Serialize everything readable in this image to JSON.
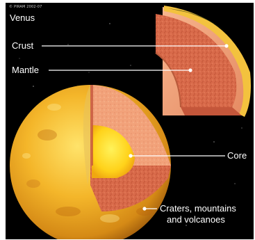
{
  "credit": "© PIRAM 2002-07",
  "title": "Venus",
  "labels": {
    "crust": "Crust",
    "mantle": "Mantle",
    "core": "Core",
    "surface_line1": "Craters, mountains",
    "surface_line2": "and volcanoes"
  },
  "colors": {
    "background": "#000000",
    "crust": "#f2a27a",
    "mantle": "#d66848",
    "core": "#ffd51a",
    "surface": "#f2b72a",
    "label": "#ffffff"
  }
}
